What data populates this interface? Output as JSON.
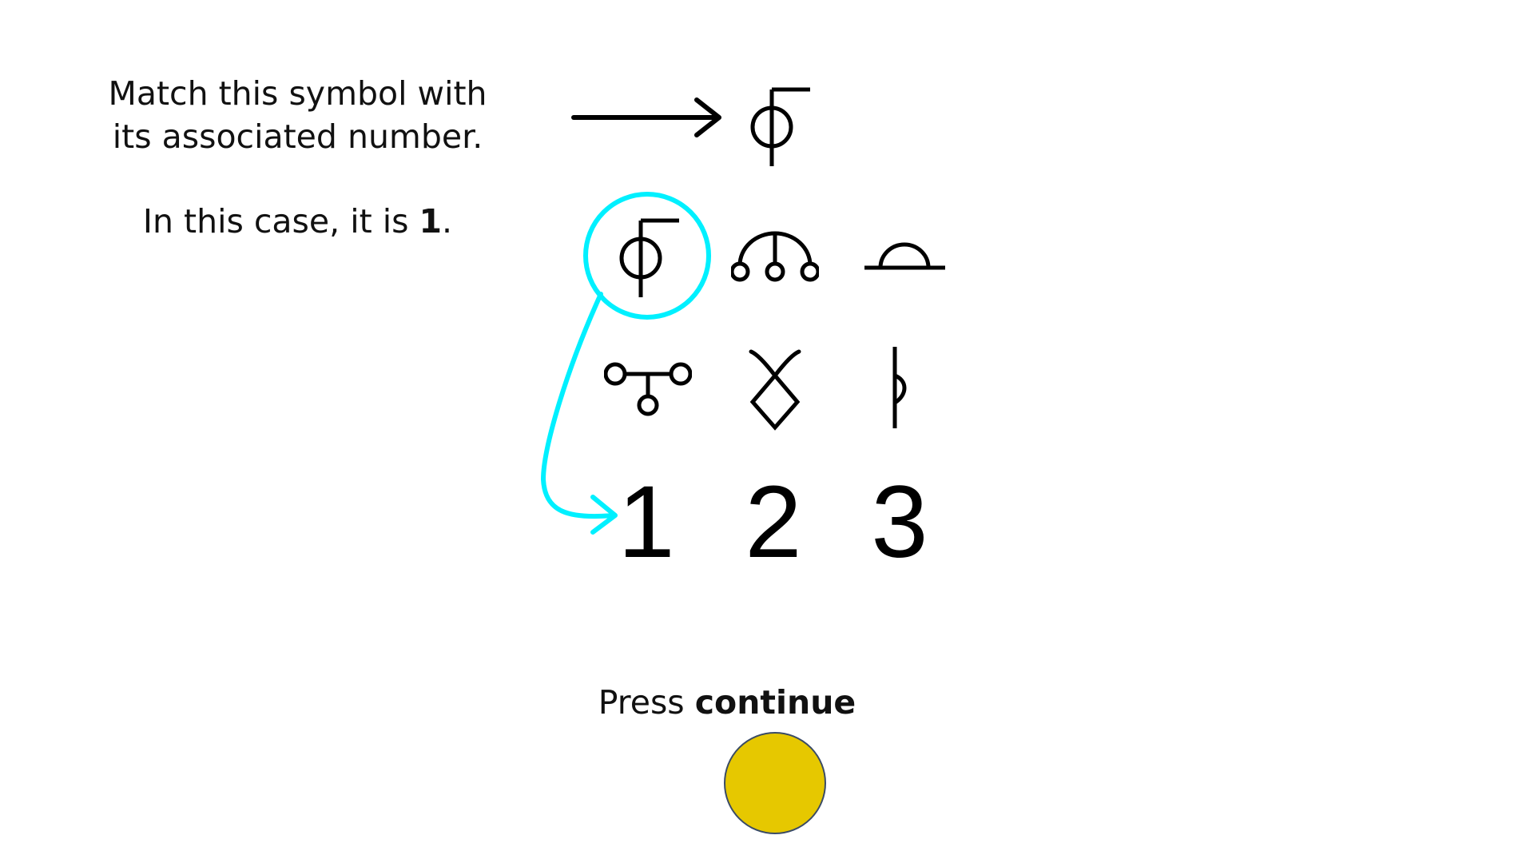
{
  "instructions": {
    "line1": "Match this symbol with",
    "line2": "its associated number.",
    "case_prefix": "In this case, it is ",
    "case_answer": "1",
    "case_suffix": "."
  },
  "target_symbol": "phi-flag-icon",
  "symbol_grid": {
    "row1": [
      "phi-flag-icon",
      "three-circles-arch-icon",
      "half-dome-icon"
    ],
    "row2": [
      "t-three-circles-icon",
      "horns-diamond-icon",
      "stem-half-loop-icon"
    ]
  },
  "numbers": [
    "1",
    "2",
    "3"
  ],
  "highlight": {
    "circled_symbol": "phi-flag-icon",
    "points_to": "1",
    "color": "#00f0ff"
  },
  "footer": {
    "press_label": "Press ",
    "continue_label": "continue"
  },
  "continue_button_color": "#e6c800"
}
